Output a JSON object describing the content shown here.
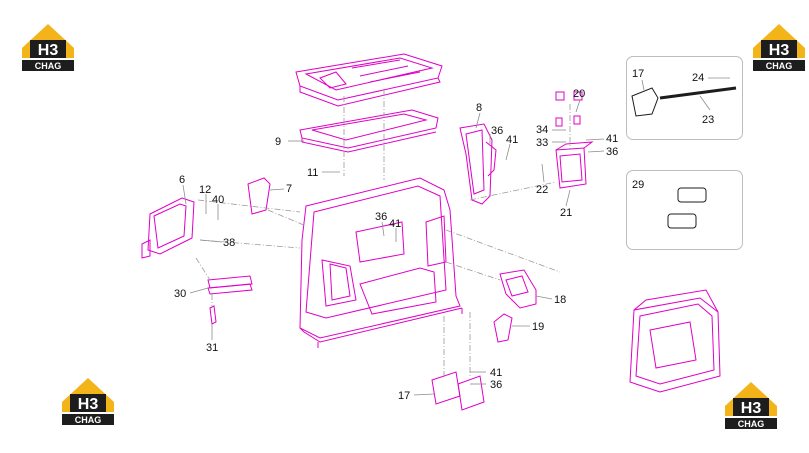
{
  "logo": {
    "mark": "H3",
    "text": "CHAG",
    "colors": {
      "gold": "#f2b418",
      "dark": "#1d1d1d",
      "light": "#ffffff"
    }
  },
  "colors": {
    "part_outline": "#e000c8",
    "leader": "#8c8c8c",
    "dash": "#9a9a9a",
    "inset_border": "#bdbdbd"
  },
  "callouts": {
    "c1": "9",
    "c2": "11",
    "c3": "8",
    "c4": "36",
    "c5": "41",
    "c6": "6",
    "c7": "12",
    "c8": "40",
    "c9": "7",
    "c10": "38",
    "c11": "36",
    "c12": "41",
    "c13": "20",
    "c14": "34",
    "c15": "33",
    "c16": "41",
    "c17": "36",
    "c18": "22",
    "c19": "21",
    "c20": "30",
    "c21": "31",
    "c22": "18",
    "c23": "19",
    "c24": "17",
    "c25": "41",
    "c26": "36",
    "c27": "17",
    "c28": "24",
    "c29": "23",
    "c30": "29"
  }
}
